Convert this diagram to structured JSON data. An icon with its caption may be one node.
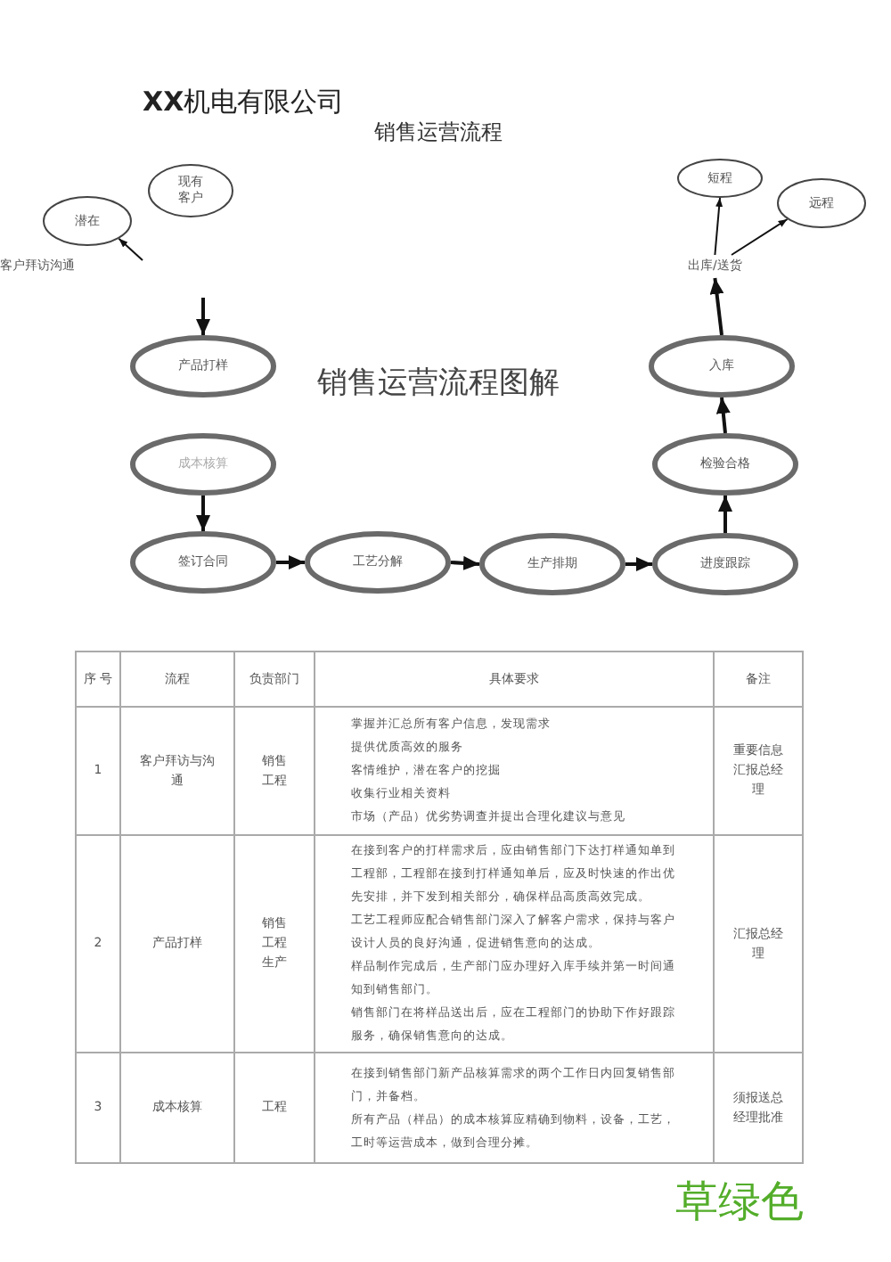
{
  "diagram": {
    "title": "销售运营流程",
    "nodes": [
      {
        "text": [
          "潜在"
        ]
      },
      {
        "text": [
          "现有客户"
        ]
      },
      {
        "text": [
          "产品打样"
        ]
      },
      {
        "text": [
          "成本核算"
        ]
      },
      {
        "text": [
          "签订合同"
        ]
      },
      {
        "text": [
          "工艺分解"
        ]
      },
      {
        "text": [
          "生产排期"
        ]
      },
      {
        "text": [
          "进度跟踪"
        ]
      },
      {
        "text": [
          "检验合格"
        ]
      },
      {
        "text": [
          "入库"
        ]
      },
      {
        "text": [
          "出库/送货"
        ]
      },
      {
        "text": [
          "短程"
        ]
      },
      {
        "text": [
          "远程"
        ]
      }
    ],
    "edges": [
      {
        "from": null,
        "to": 0,
        "arrow": "to"
      },
      {
        "from": null,
        "to": 2,
        "arrow": "to"
      },
      {
        "from": 3,
        "to": 4,
        "arrow": "to"
      },
      {
        "from": 4,
        "to": 5,
        "arrow": "to"
      },
      {
        "from": 5,
        "to": 6,
        "arrow": "to"
      },
      {
        "from": 6,
        "to": 7,
        "arrow": "to"
      },
      {
        "from": 7,
        "to": 8,
        "arrow": "to"
      },
      {
        "from": 8,
        "to": 9,
        "arrow": "to"
      },
      {
        "from": 9,
        "to": 10,
        "arrow": "to"
      },
      {
        "from": 10,
        "to": 11,
        "arrow": "to"
      },
      {
        "from": 10,
        "to": 12,
        "arrow": "to"
      }
    ],
    "labels": [
      "**XX**机电有限公司",
      "客户拜访沟通",
      "销售运营流程图解",
      "序 号",
      "流程",
      "负责部门",
      "具体要求",
      "备注",
      "1",
      "客户拜访与沟通",
      "销售工程",
      "掌握并汇总所有客户信息，发现需求",
      "提供优质高效的服务",
      "客情维护，潜在客户的挖掘",
      "收集行业相关资料",
      "市场（产品）优劣势调查并提出合理化建议与意见",
      "重要信息汇报总经理",
      "2",
      "产品打样",
      "销售工程生产",
      "在接到客户的打样需求后，应由销售部门下达打样通知单到工程部，工程部在接到打样通知单后，应及时快速的作出优先安排，并下发到相关部分，确保样品高质高效完成。",
      "工艺工程师应配合销售部门深入了解客户需求，保持与客户设计人员的良好沟通，促进销售意向的达成。",
      "样品制作完成后，生产部门应办理好入库手续并第一时间通知到销售部门。",
      "销售部门在将样品送出后，应在工程部门的协助下作好跟踪服务，确保销售意向的达成。",
      "汇报总经理",
      "3",
      "成本核算",
      "工程",
      "在接到销售部门新产品核算需求的两个工作日内回复销售部门，并备档。",
      "所有产品（样品）的成本核算应精确到物料，设备，工艺，工时等运营成本，做到合理分摊。",
      "须报送总经理批准",
      "草绿色"
    ]
  }
}
